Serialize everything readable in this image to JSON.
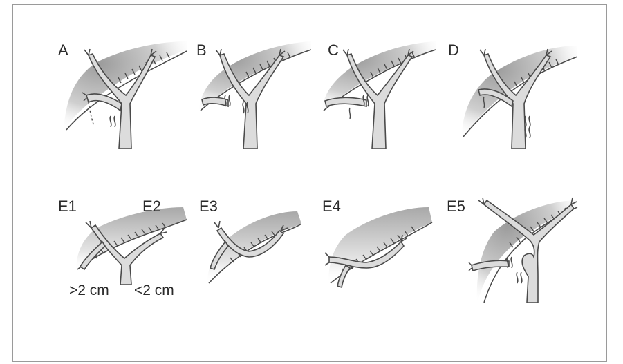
{
  "panels": {
    "A": "A",
    "B": "B",
    "C": "C",
    "D": "D",
    "E1": "E1",
    "E2": "E2",
    "E3": "E3",
    "E4": "E4",
    "E5": "E5"
  },
  "measurements": {
    "left": ">2 cm",
    "right": "<2 cm"
  },
  "colors": {
    "duct_fill": "#dcdcdc",
    "duct_stroke": "#4a4a4a",
    "liver_shade": "#bdbdbd",
    "frame": "#9a9a9a"
  }
}
